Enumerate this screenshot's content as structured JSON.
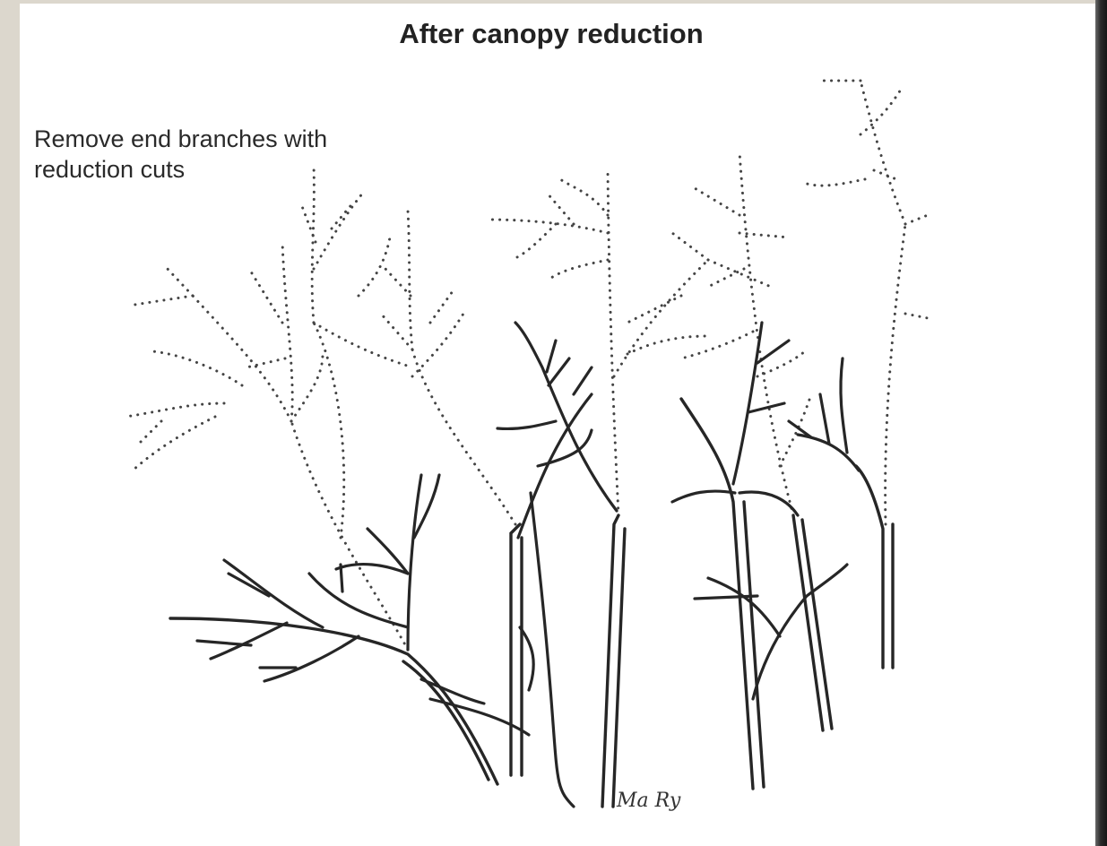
{
  "diagram": {
    "title": "After canopy reduction",
    "instruction_lines": [
      "Remove end branches with",
      "reduction cuts"
    ]
  },
  "colors": {
    "background": "#dcd7cd",
    "paper": "#ffffff",
    "ink": "#262626",
    "edge_shadow": "#161616"
  }
}
